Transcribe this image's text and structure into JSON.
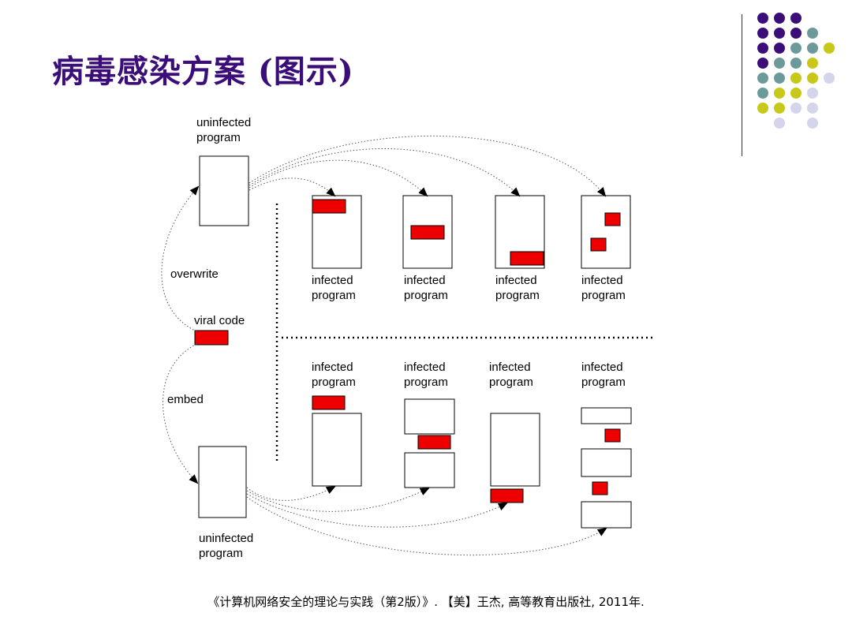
{
  "slide": {
    "title": "病毒感染方案 (图示)",
    "caption": "《计算机网络安全的理论与实践（第2版）》. 【美】王杰, 高等教育出版社, 2011年."
  },
  "colors": {
    "title": "#3b0d78",
    "virus": "#ee0000",
    "dot_purple": "#3b0d78",
    "dot_teal": "#6c9a9a",
    "dot_olive": "#c8c818",
    "dot_lavender": "#d4d4ea"
  },
  "diagram": {
    "uninfected_top": "uninfected\nprogram",
    "uninfected_bottom": "uninfected\nprogram",
    "overwrite": "overwrite",
    "viral_code": "viral code",
    "embed": "embed",
    "infected": [
      "infected\nprogram",
      "infected\nprogram",
      "infected\nprogram",
      "infected\nprogram",
      "infected\nprogram",
      "infected\nprogram",
      "infected\nprogram",
      "infected\nprogram"
    ]
  }
}
